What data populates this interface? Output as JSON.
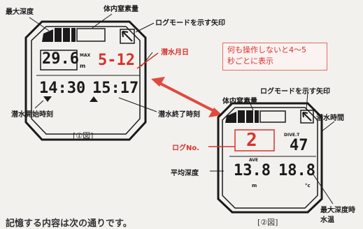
{
  "labels": {
    "max_depth": "最大深度",
    "body_nitrogen_1": "体内窒素量",
    "log_mode_arrow_1": "ログモードを示す矢印",
    "dive_month_day": "潜水月日",
    "dive_start_time": "潜水開始時刻",
    "dive_end_time": "潜水終了時刻",
    "log_mode_arrow_2": "ログモードを示す矢印",
    "body_nitrogen_2": "体内窒素量",
    "dive_time": "潜水時間",
    "log_no": "ログNo.",
    "avg_depth": "平均深度",
    "temp_at_max_1": "最大深度時",
    "temp_at_max_2": "水温"
  },
  "note": {
    "line1": "何も操作しないと4〜5",
    "line2": "秒ごとに表示"
  },
  "figure1": {
    "depth": "29.6",
    "depth_unit_top": "MAX",
    "depth_unit": "m",
    "date": "5-12",
    "start_time": "14:30",
    "end_time": "15:17",
    "caption": "[①図]"
  },
  "figure2": {
    "log_no": "2",
    "dive_t_label": "DIVE.T",
    "dive_time": "47",
    "ave_label": "AVE",
    "avg_depth": "13.8",
    "avg_depth_unit": "m",
    "temp": "18.8",
    "temp_unit": "°c",
    "caption": "[②図]"
  },
  "bottom_text": "記憶する内容は次の通りです。",
  "colors": {
    "accent_red": "#d8322a",
    "line": "#1a1a1a"
  }
}
